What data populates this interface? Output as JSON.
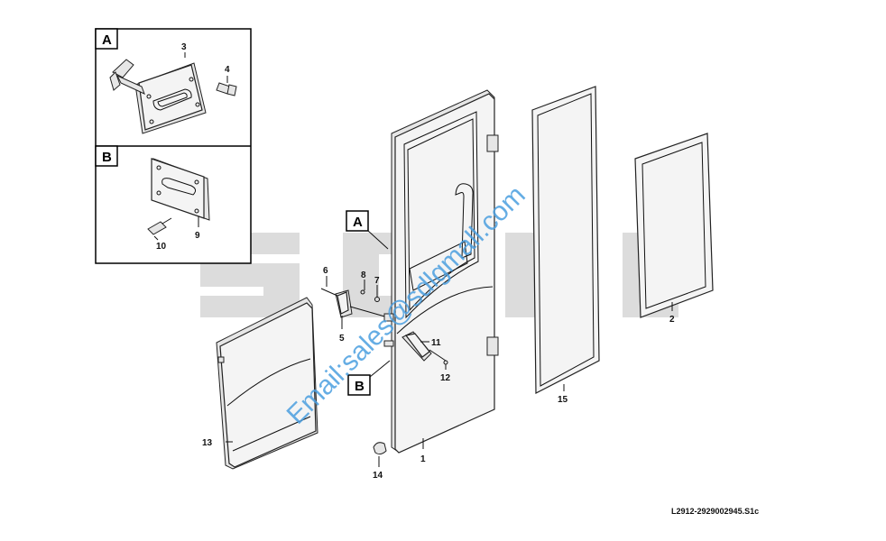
{
  "watermark": {
    "brand": "SDLG",
    "email": "Email:sales@sdlgmall.com",
    "brand_color": "#dcdcdc",
    "email_color": "#4b9fe0"
  },
  "detail_boxes": [
    {
      "letter": "A",
      "parts": [
        "3",
        "4"
      ]
    },
    {
      "letter": "B",
      "parts": [
        "9",
        "10"
      ]
    }
  ],
  "callouts": [
    "A",
    "B"
  ],
  "part_labels": [
    "1",
    "2",
    "3",
    "4",
    "5",
    "6",
    "7",
    "8",
    "9",
    "10",
    "11",
    "12",
    "13",
    "14",
    "15"
  ],
  "drawing_ref": "L2912-2929002945.S1c"
}
